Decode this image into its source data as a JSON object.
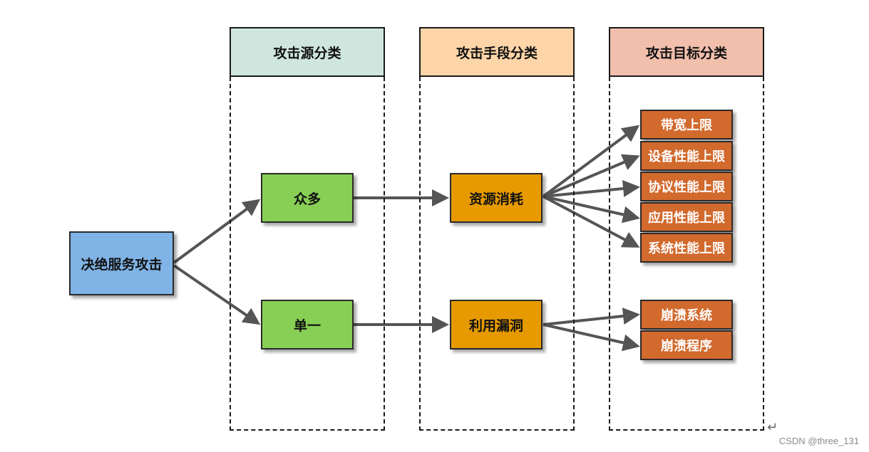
{
  "colors": {
    "header_source": "#cfe6df",
    "header_means": "#fdd5a8",
    "header_target": "#f2bfad",
    "root_fill": "#80b3e6",
    "source_fill": "#88cf56",
    "means_fill": "#e69a00",
    "target_fill": "#d2692d",
    "arrow": "#555555"
  },
  "columns": {
    "source": "攻击源分类",
    "means": "攻击手段分类",
    "target": "攻击目标分类"
  },
  "root": "决绝服务攻击",
  "sources": {
    "many": "众多",
    "single": "单一"
  },
  "means": {
    "consume": "资源消耗",
    "exploit": "利用漏洞"
  },
  "targets": {
    "bandwidth": "带宽上限",
    "device": "设备性能上限",
    "protocol": "协议性能上限",
    "application": "应用性能上限",
    "system": "系统性能上限",
    "crash_system": "崩溃系统",
    "crash_program": "崩溃程序"
  },
  "watermark": "CSDN @three_131",
  "return_glyph": "↵"
}
